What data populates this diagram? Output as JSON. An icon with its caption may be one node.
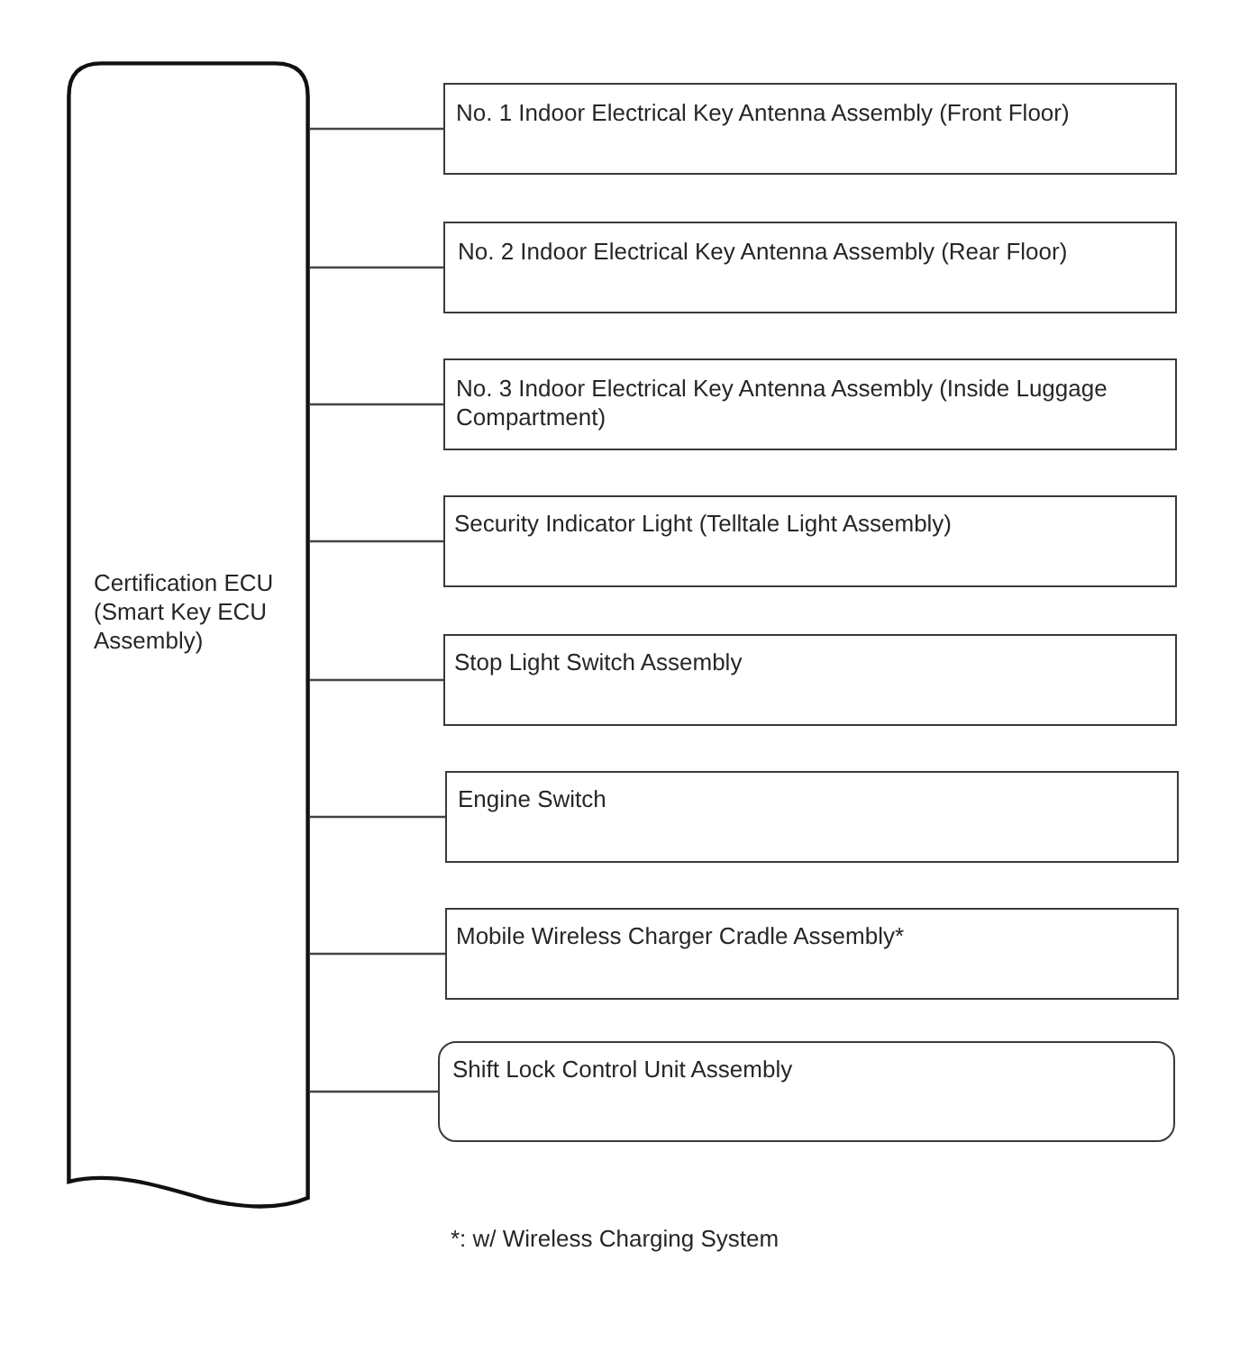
{
  "diagram": {
    "nodes": [
      {
        "text": [
          "Certification ECU (Smart Key ECU Assembly)"
        ]
      },
      {
        "text": [
          "No. 1 Indoor Electrical Key Antenna Assembly (Front Floor)"
        ]
      },
      {
        "text": [
          "No. 2 Indoor Electrical Key Antenna Assembly (Rear Floor)"
        ]
      },
      {
        "text": [
          "No. 3 Indoor Electrical Key Antenna Assembly (Inside Luggage Compartment)"
        ]
      },
      {
        "text": [
          "Security Indicator Light (Telltale Light Assembly)"
        ]
      },
      {
        "text": [
          "Stop Light Switch Assembly"
        ]
      },
      {
        "text": [
          "Engine Switch"
        ]
      },
      {
        "text": [
          "Mobile Wireless Charger Cradle Assembly*"
        ]
      },
      {
        "text": [
          "Shift Lock Control Unit Assembly"
        ]
      }
    ],
    "edges": [
      {
        "from": 0,
        "to": 1,
        "arrow": "none"
      },
      {
        "from": 0,
        "to": 2,
        "arrow": "none"
      },
      {
        "from": 0,
        "to": 3,
        "arrow": "none"
      },
      {
        "from": 0,
        "to": 4,
        "arrow": "none"
      },
      {
        "from": 0,
        "to": 5,
        "arrow": "none"
      },
      {
        "from": 0,
        "to": 6,
        "arrow": "none"
      },
      {
        "from": 0,
        "to": 7,
        "arrow": "none"
      },
      {
        "from": 0,
        "to": 8,
        "arrow": "none"
      }
    ],
    "labels": [
      "*: w/ Wireless Charging System"
    ]
  }
}
